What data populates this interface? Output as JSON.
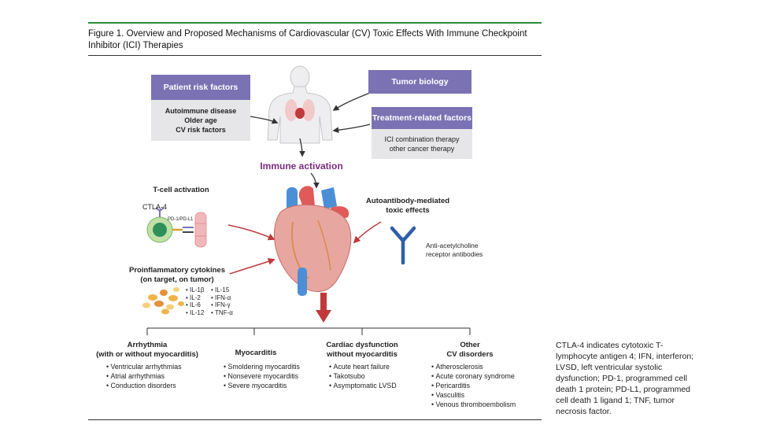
{
  "figure": {
    "title": "Figure 1. Overview and Proposed Mechanisms of Cardiovascular (CV) Toxic Effects With Immune Checkpoint Inhibitor (ICI) Therapies"
  },
  "patient_risk": {
    "heading": "Patient risk factors",
    "items": [
      "Autoimmune disease",
      "Older age",
      "CV risk factors"
    ]
  },
  "tumor_biology": {
    "heading": "Tumor biology"
  },
  "treatment_factors": {
    "heading": "Treatment-related factors",
    "items": [
      "ICI combination therapy",
      "other cancer therapy"
    ]
  },
  "immune_activation": "Immune activation",
  "tcell": {
    "heading": "T-cell activation",
    "ctla4": "CTLA-4",
    "pd": "PD-1/PD-L1"
  },
  "cytokines": {
    "heading_line1": "Proinflammatory cytokines",
    "heading_line2": "(on target, on tumor)",
    "col1": [
      "IL-1β",
      "IL-2",
      "IL-6",
      "IL-12"
    ],
    "col2": [
      "IL-15",
      "IFN-α",
      "IFN-γ",
      "TNF-α"
    ]
  },
  "autoantibody": {
    "heading_line1": "Autoantibody-mediated",
    "heading_line2": "toxic effects",
    "label_line1": "Anti-acetylcholine",
    "label_line2": "receptor antibodies"
  },
  "outcomes": [
    {
      "line1": "Arrhythmia",
      "line2": "(with or without myocarditis)",
      "items": [
        "Ventricular arrhythmias",
        "Atrial arrhythmias",
        "Conduction disorders"
      ]
    },
    {
      "line1": "Myocarditis",
      "line2": "",
      "items": [
        "Smoldering myocarditis",
        "Nonsevere myocarditis",
        "Severe myocarditis"
      ]
    },
    {
      "line1": "Cardiac dysfunction",
      "line2": "without myocarditis",
      "items": [
        "Acute heart failure",
        "Takotsubo",
        "Asymptomatic LVSD"
      ]
    },
    {
      "line1": "Other",
      "line2": "CV disorders",
      "items": [
        "Atherosclerosis",
        "Acute coronary syndrome",
        "Pericarditis",
        "Vasculitis",
        "Venous thromboembolism"
      ]
    }
  ],
  "legend": "CTLA-4 indicates cytotoxic T-lymphocyte antigen 4; IFN, interferon; LVSD, left ventricular systolic dysfunction; PD-1, programmed cell death 1 protein; PD-L1, programmed cell death 1 ligand 1; TNF, tumor necrosis factor.",
  "colors": {
    "accent_green": "#2e8b3a",
    "box_purple": "#7b72b4",
    "box_grey": "#e6e6e8",
    "immune_purple": "#7a2d7d",
    "arrow_red": "#c0393b",
    "antibody_blue": "#2f5fa8"
  }
}
